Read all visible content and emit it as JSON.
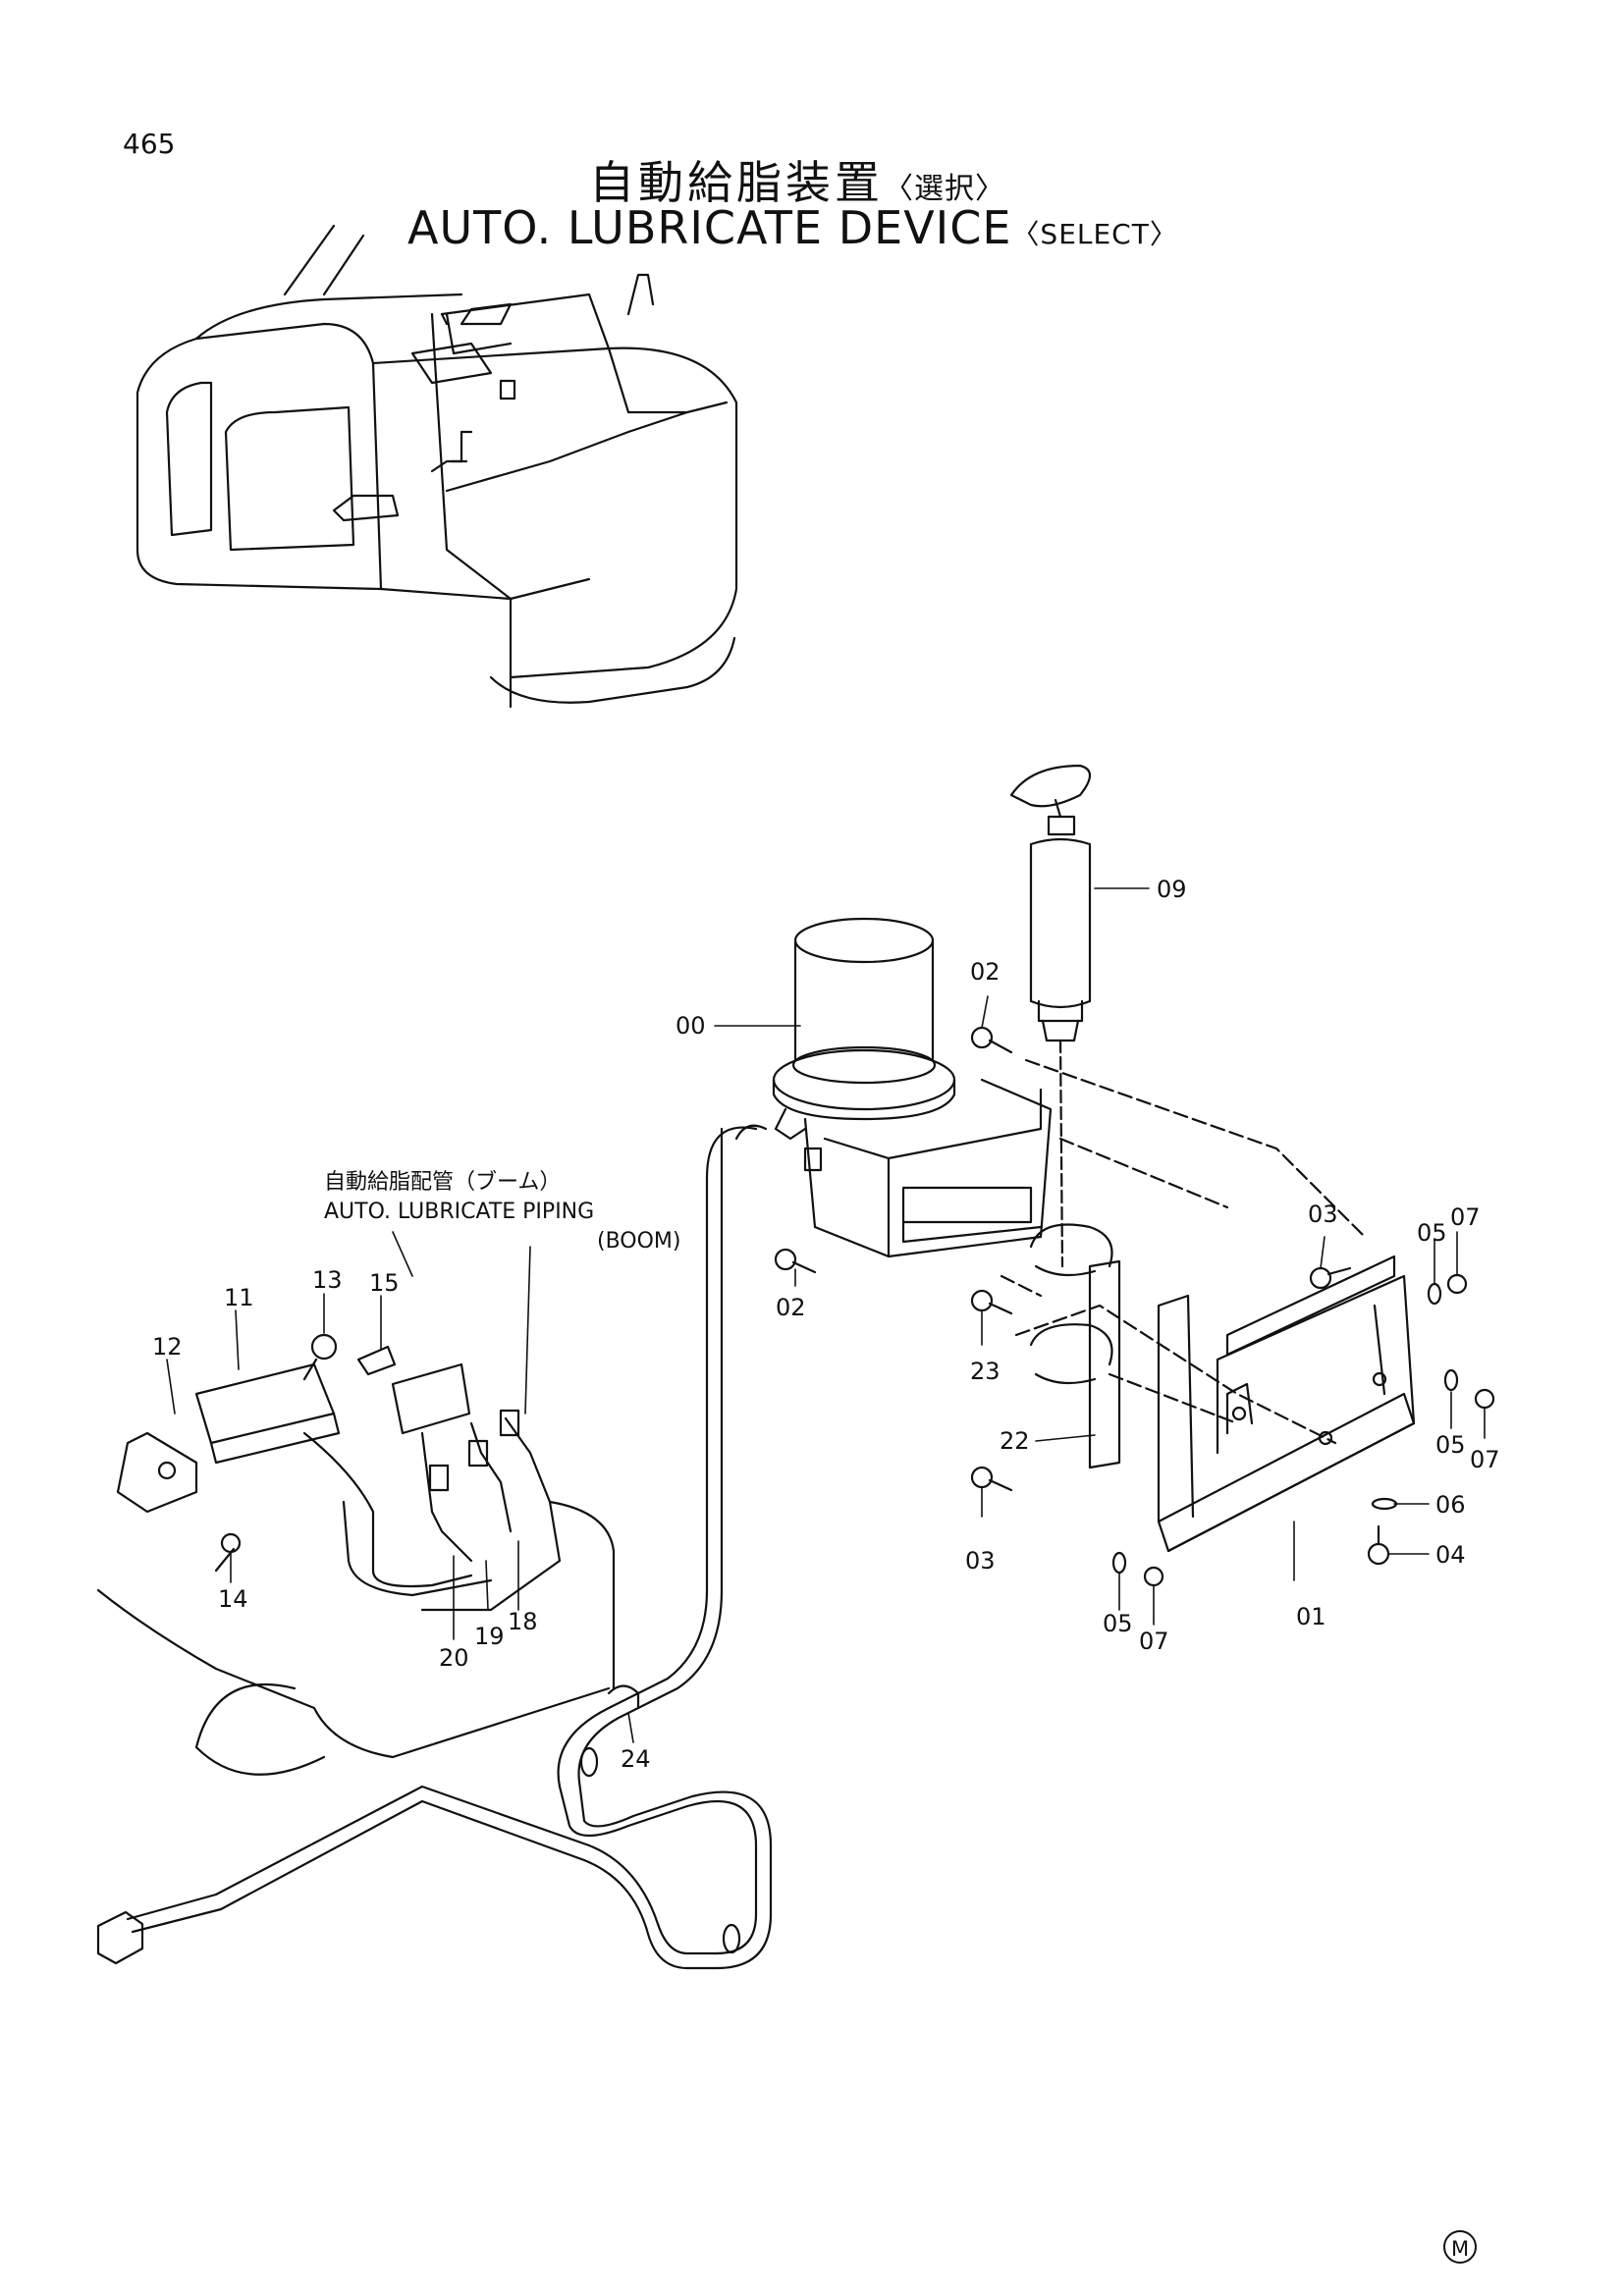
{
  "page_number": "465",
  "title_jp": "自動給脂装置",
  "title_jp_sub": "〈選択〉",
  "title_en": "AUTO. LUBRICATE DEVICE",
  "title_en_sub": "〈SELECT〉",
  "piping_label": {
    "jp": "自動給脂配管（ブーム）",
    "en": "AUTO. LUBRICATE PIPING",
    "en_sub": "(BOOM)"
  },
  "callouts": [
    "00",
    "01",
    "02",
    "02",
    "03",
    "03",
    "04",
    "05",
    "05",
    "05",
    "06",
    "07",
    "07",
    "07",
    "09",
    "11",
    "12",
    "13",
    "14",
    "15",
    "18",
    "19",
    "20",
    "22",
    "23",
    "24"
  ],
  "footer_mark": "M"
}
